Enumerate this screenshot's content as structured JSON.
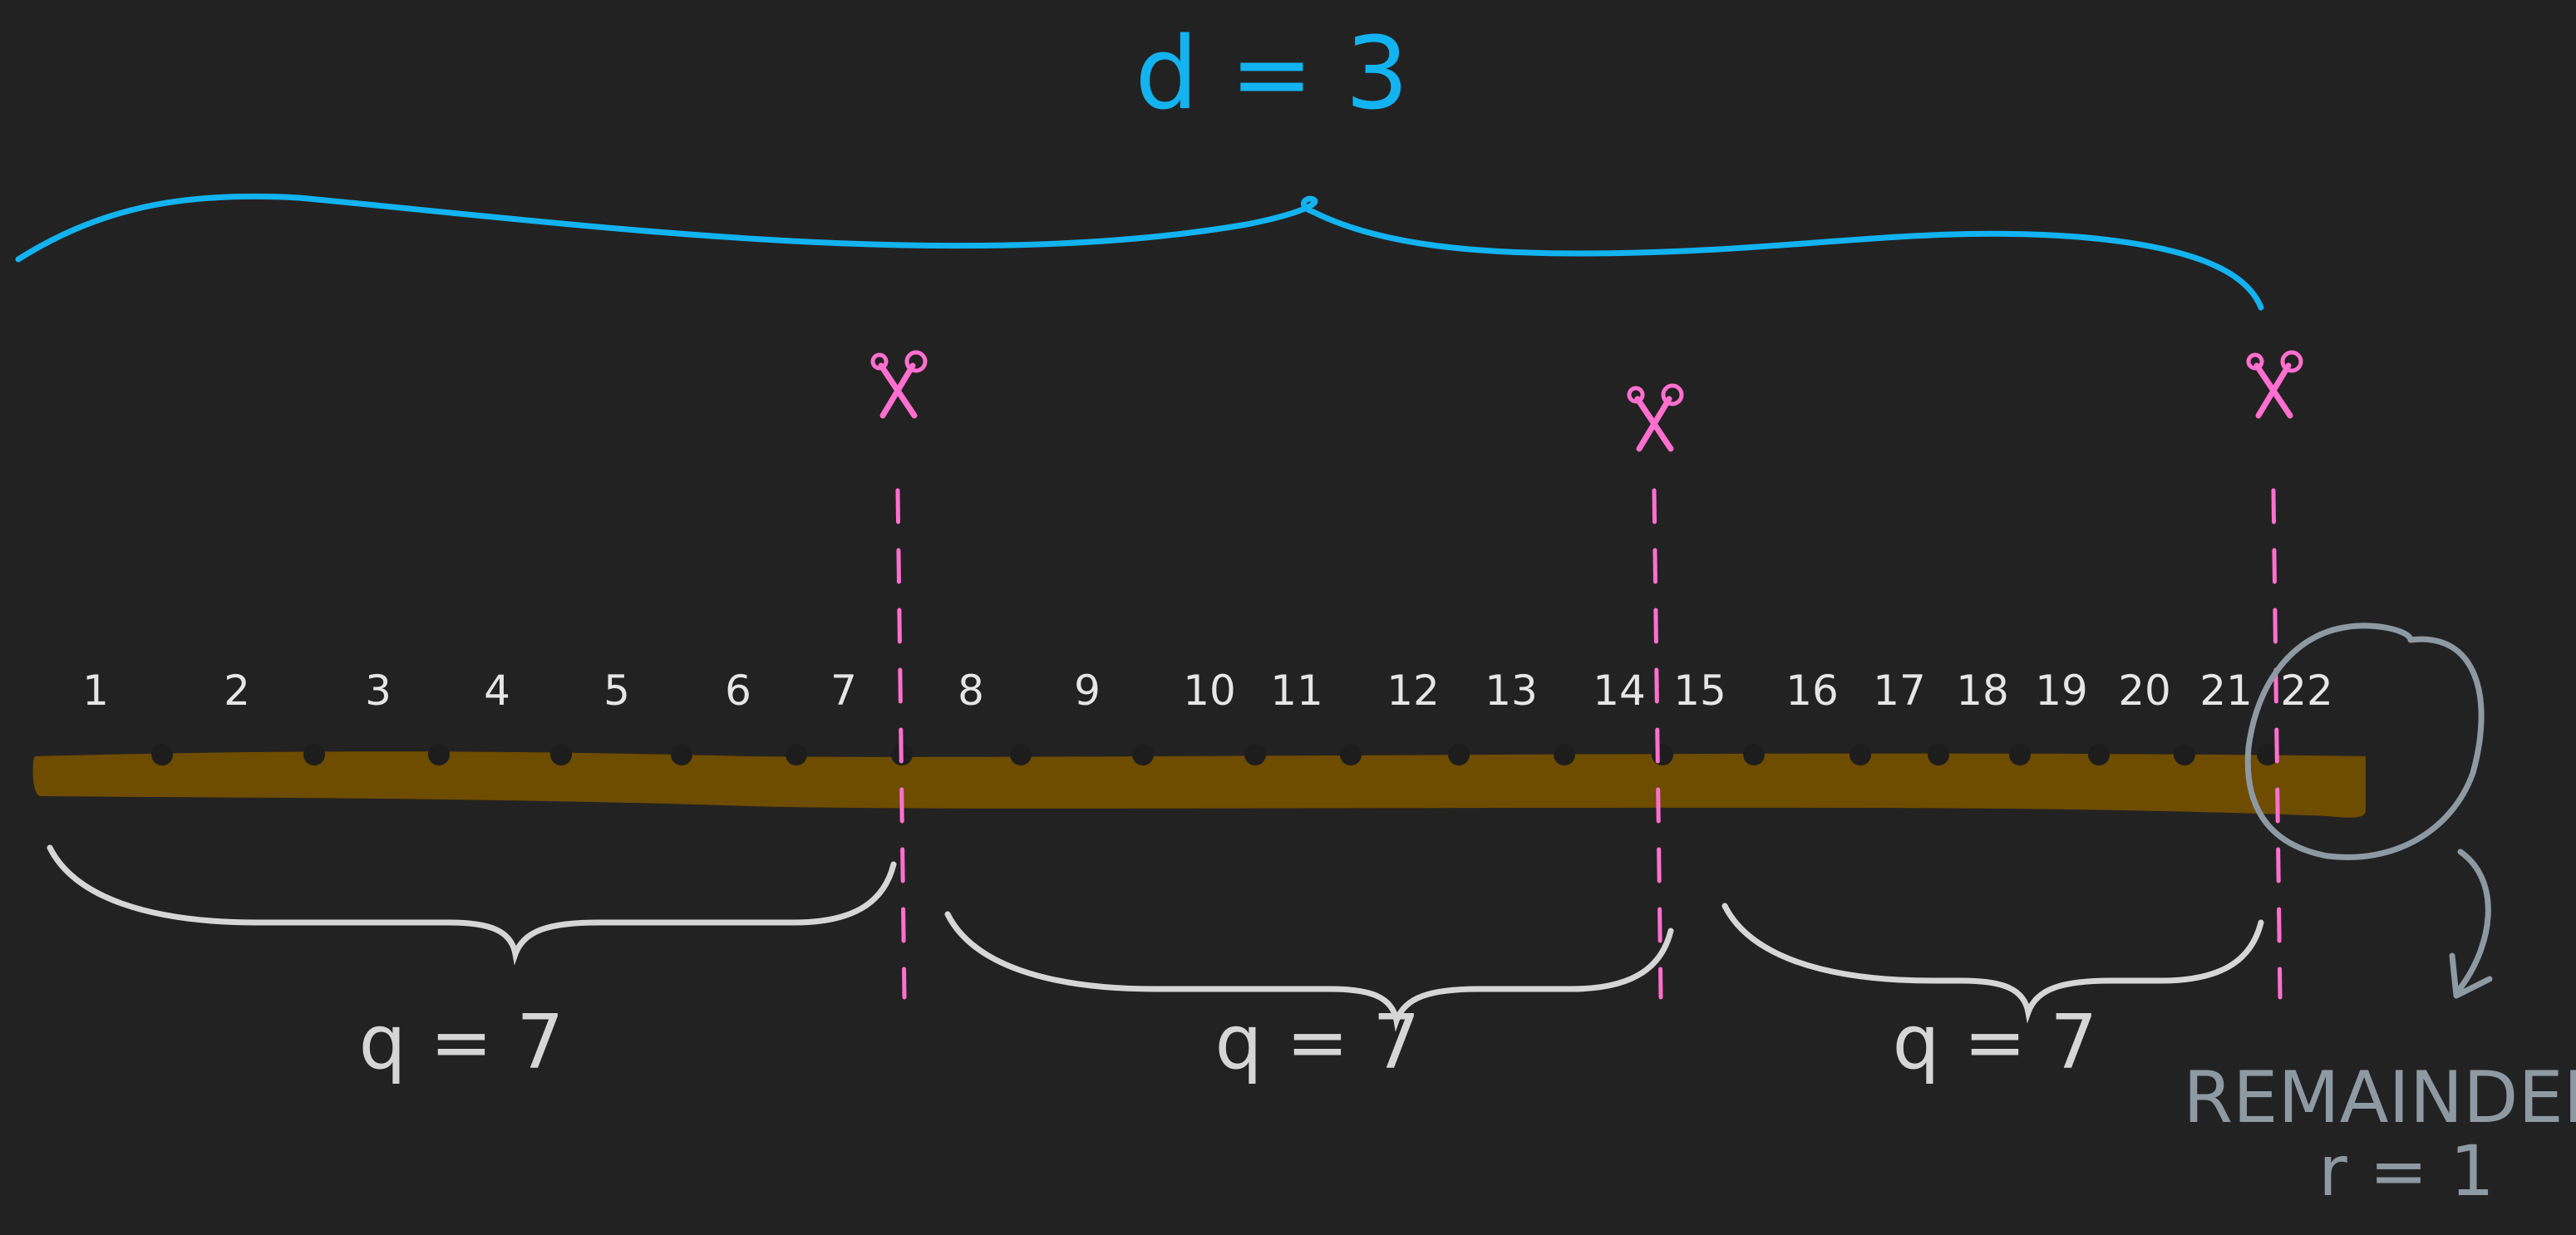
{
  "divisor_label": "d = 3",
  "numbers": [
    "1",
    "2",
    "3",
    "4",
    "5",
    "6",
    "7",
    "8",
    "9",
    "10",
    "11",
    "12",
    "13",
    "14",
    "15",
    "16",
    "17",
    "18",
    "19",
    "20",
    "21",
    "22"
  ],
  "groups": [
    {
      "label": "q = 7"
    },
    {
      "label": "q = 7"
    },
    {
      "label": "q = 7"
    }
  ],
  "remainder": {
    "title": "REMAINDER",
    "value": "r = 1"
  },
  "cut_icon": "scissors-icon",
  "colors": {
    "background": "#232222",
    "divisor": "#12b3f0",
    "cut": "#ff6fd0",
    "stick": "#6e4c00",
    "numbers": "#e6e6e6",
    "group_brace": "#d6d6d6",
    "remainder": "#8e9aa3"
  }
}
